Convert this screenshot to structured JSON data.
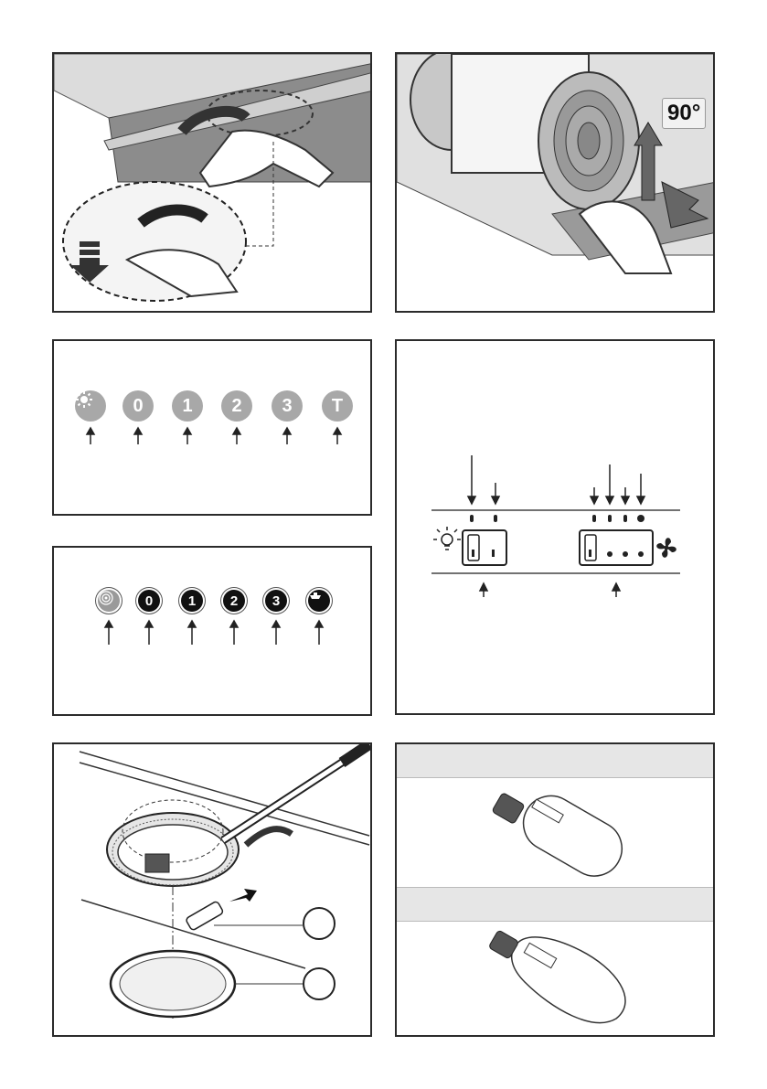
{
  "panel_1": {
    "icons": [
      "hand-icon",
      "rotate-arrow-icon",
      "down-arrow-icon"
    ]
  },
  "panel_2": {
    "rotation_label": "90°",
    "icons": [
      "hand-icon",
      "filter-cartridge-icon"
    ]
  },
  "panel_3": {
    "buttons": [
      {
        "label": "",
        "icon": "light-icon"
      },
      {
        "label": "0"
      },
      {
        "label": "1"
      },
      {
        "label": "2"
      },
      {
        "label": "3"
      },
      {
        "label": "T"
      }
    ]
  },
  "panel_4": {
    "icons": [
      "light-bulb-icon",
      "fan-icon"
    ],
    "switches": [
      "light-switch",
      "fan-switch"
    ]
  },
  "panel_5": {
    "buttons": [
      {
        "label": "",
        "icon": "filter-icon"
      },
      {
        "label": "0"
      },
      {
        "label": "1"
      },
      {
        "label": "2"
      },
      {
        "label": "3"
      },
      {
        "label": "",
        "icon": "hood-icon"
      }
    ]
  },
  "panel_6": {
    "icons": [
      "screwdriver-icon",
      "lamp-bulb-icon",
      "lamp-glass-cover-icon"
    ]
  },
  "panel_7": {
    "icons": [
      "tube-bulb-icon",
      "candle-bulb-icon"
    ]
  },
  "colors": {
    "frame": "#2b2b2b",
    "button_grey": "#a8a8a8",
    "button_dark": "#111111",
    "band_grey": "#e6e6e6"
  }
}
